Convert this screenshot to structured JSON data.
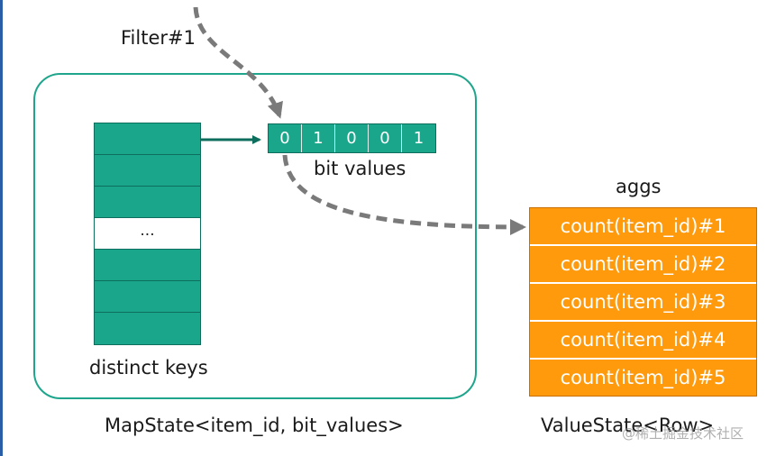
{
  "filter_label": "Filter#1",
  "bit_values_label": "bit values",
  "bits": [
    "0",
    "1",
    "0",
    "0",
    "1"
  ],
  "keys_ellipsis": "...",
  "distinct_keys_label": "distinct keys",
  "mapstate_label": "MapState<item_id, bit_values>",
  "aggs_label": "aggs",
  "aggs": [
    "count(item_id)#1",
    "count(item_id)#2",
    "count(item_id)#3",
    "count(item_id)#4",
    "count(item_id)#5"
  ],
  "valuestate_label": "ValueState<Row>",
  "watermark": "@稀土掘金技术社区",
  "colors": {
    "teal": "#1aa68b",
    "teal_border": "#1fa58c",
    "orange": "#ff9a0d",
    "arrow_gray": "#7a7a7a"
  }
}
